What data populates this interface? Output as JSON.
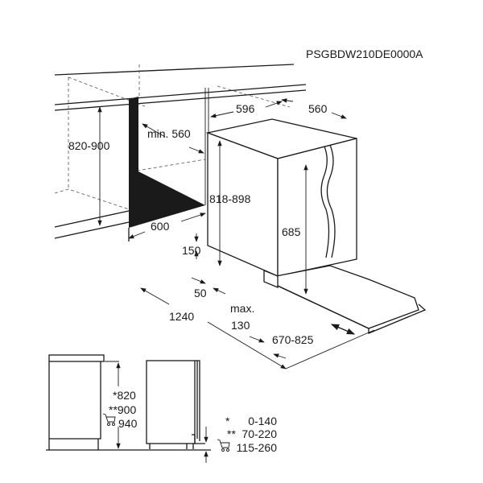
{
  "model_code": "PSGBDW210DE0000A",
  "colors": {
    "ink": "#1a1a1a",
    "niche_fill": "#1a1a1a",
    "background": "#ffffff"
  },
  "dimensions": {
    "appliance_width": "596",
    "appliance_depth": "560",
    "niche_min_depth": "min. 560",
    "niche_height": "820-900",
    "appliance_height": "818-898",
    "niche_width": "600",
    "door_height": "685",
    "plinth_height": "150",
    "plinth_setback": "50",
    "total_depth_open": "1240",
    "max_label": "max.",
    "max_value": "130",
    "door_projection": "670-825"
  },
  "side_view": {
    "heights": [
      "*820",
      "**900",
      "940"
    ],
    "plinth_ranges": [
      {
        "mark": "*",
        "value": "0-140"
      },
      {
        "mark": "**",
        "value": "70-220"
      },
      {
        "mark": "",
        "value": "115-260"
      }
    ],
    "icon": "shopping-cart-icon"
  }
}
